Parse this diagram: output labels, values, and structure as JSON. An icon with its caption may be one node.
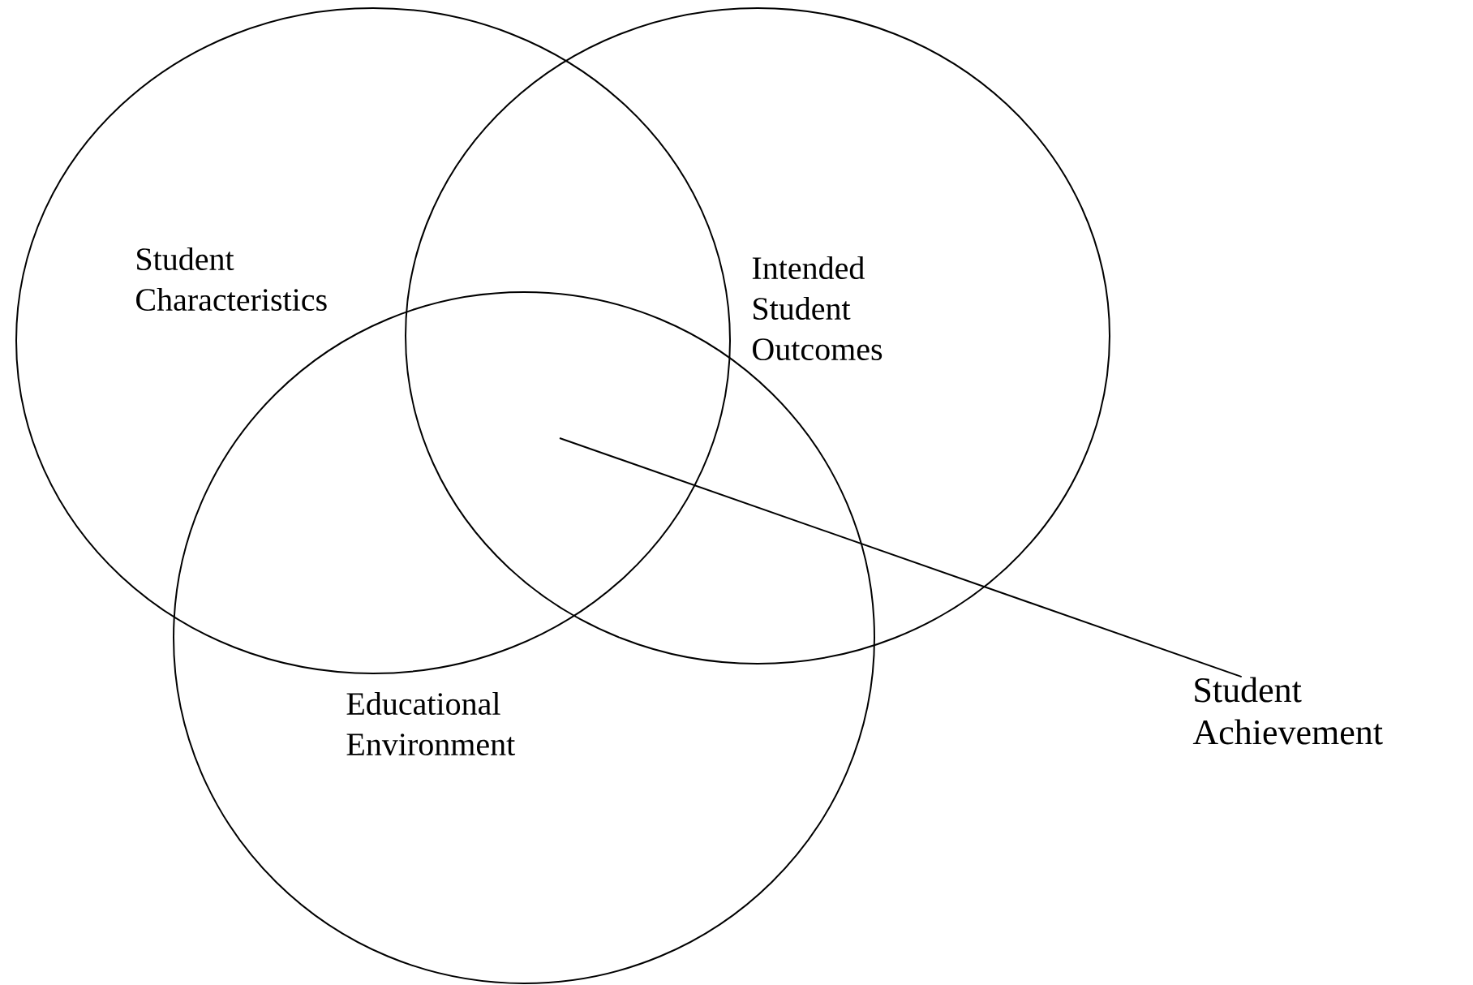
{
  "diagram": {
    "nodes": [
      {
        "text": [
          "Student Characteristics"
        ]
      },
      {
        "text": [
          "Intended Student Outcomes"
        ]
      },
      {
        "text": [
          "Educational Environment"
        ]
      },
      {
        "text": [
          "Student Achievement"
        ]
      }
    ],
    "edges": [
      {
        "from": 3,
        "to": 1,
        "arrow": "none"
      }
    ]
  }
}
